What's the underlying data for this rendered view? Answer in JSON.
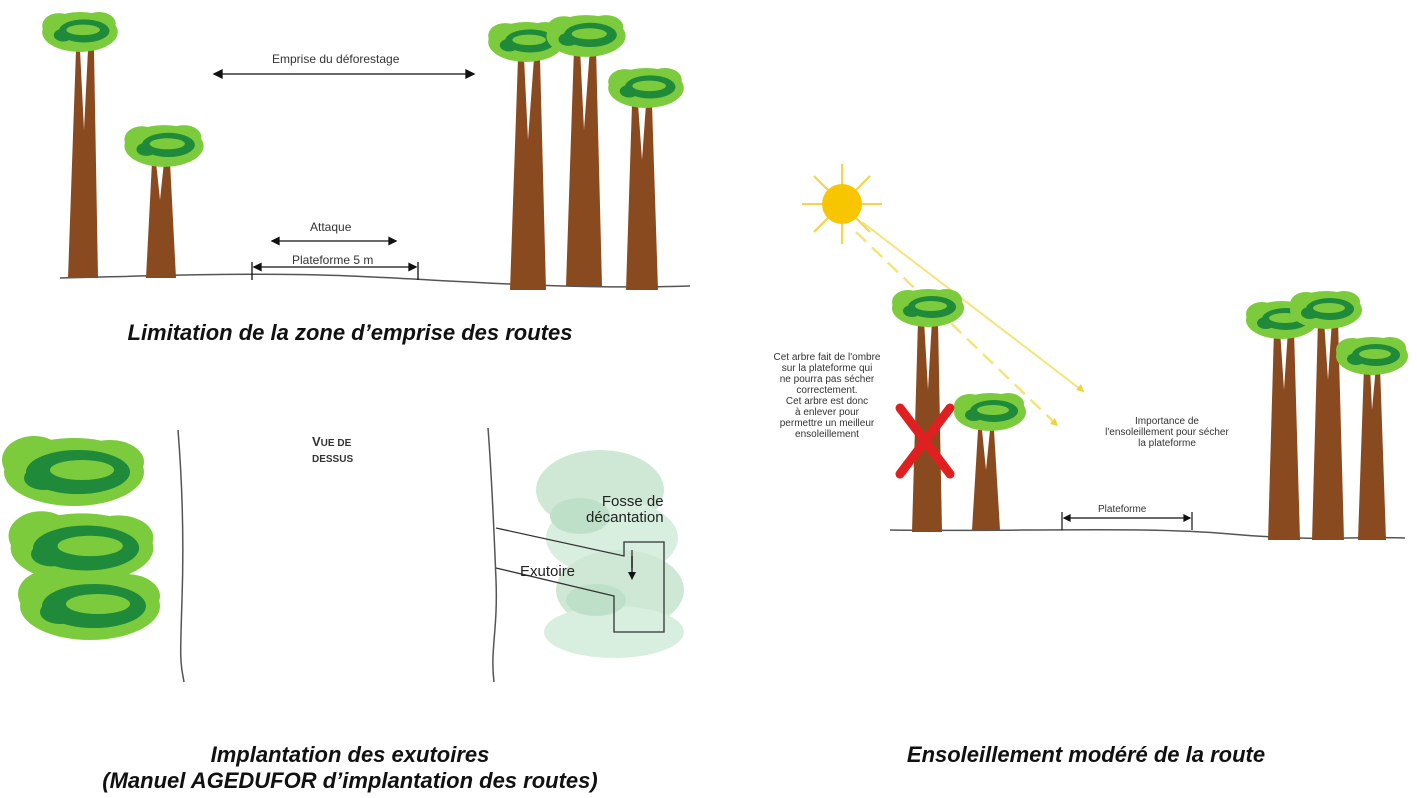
{
  "panel_top_left": {
    "emprise_label": "Emprise du déforestage",
    "attaque_label": "Attaque",
    "plateforme_label": "Plateforme 5 m",
    "caption": "Limitation de la zone d’emprise des routes"
  },
  "panel_bottom_left": {
    "vue_line1_first": "V",
    "vue_line1_rest": "UE DE",
    "vue_line2": "DESSUS",
    "fosse_line1": "Fosse de",
    "fosse_line2": "décantation",
    "exutoire_label": "Exutoire",
    "caption_line1": "Implantation des exutoires",
    "caption_line2": "(Manuel AGEDUFOR d’implantation des routes)"
  },
  "panel_right": {
    "shade_note": [
      "Cet arbre fait de l'ombre",
      "sur la plateforme qui",
      "ne pourra pas sécher",
      "correctement.",
      "Cet arbre est donc",
      "à enlever pour",
      "permettre un meilleur",
      "ensoleillement"
    ],
    "sun_note": [
      "Importance de",
      "l'ensoleillement pour sécher",
      "la plateforme"
    ],
    "plateforme_label": "Plateforme",
    "caption": "Ensoleillement modéré de la route"
  },
  "colors": {
    "trunk": "#8a4a20",
    "foliage_light": "#7ccb3c",
    "foliage_dark": "#1f8a3a",
    "sun": "#f7c600",
    "cross": "#e02020",
    "faded_foliage": "#cfe8d6"
  }
}
